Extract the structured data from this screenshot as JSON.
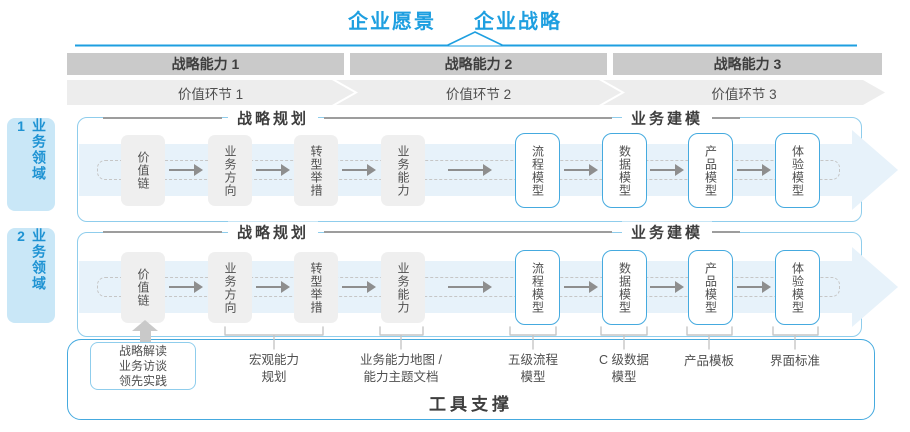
{
  "header": {
    "vision": "企业愿景",
    "strategy": "企业战略"
  },
  "capability_bars": [
    {
      "label": "战略能力 1"
    },
    {
      "label": "战略能力 2"
    },
    {
      "label": "战略能力 3"
    }
  ],
  "value_links": [
    {
      "label": "价值环节 1"
    },
    {
      "label": "价值环节 2"
    },
    {
      "label": "价值环节 3"
    }
  ],
  "domains": [
    {
      "label": "业务领域 1"
    },
    {
      "label": "业务领域 2"
    }
  ],
  "flow": {
    "planning_header": "战略规划",
    "modeling_header": "业务建模",
    "planning_boxes": [
      "价值链",
      "业务方向",
      "转型举措",
      "业务能力"
    ],
    "modeling_boxes": [
      "流程模型",
      "数据模型",
      "产品模型",
      "体验模型"
    ]
  },
  "annotations": {
    "practice_box_lines": [
      "战略解读",
      "业务访谈",
      "领先实践"
    ],
    "labels": [
      "宏观能力\n规划",
      "业务能力地图 /\n能力主题文档",
      "五级流程\n模型",
      "C 级数据\n模型",
      "产品模板",
      "界面标准"
    ]
  },
  "footer": {
    "label": "工具支撑"
  },
  "colors": {
    "accent": "#1E9FE0",
    "label-ink": "#1E93D3",
    "label-bg": "#C9E7F7",
    "border-light": "#8FCDEC",
    "border-strong": "#45AADF",
    "band": "#E7F2FA",
    "bar-bg": "#CACACA",
    "chev-bg": "#EDEDED",
    "box-gray": "#EFEFEF",
    "ink": "#3E3E3E"
  }
}
